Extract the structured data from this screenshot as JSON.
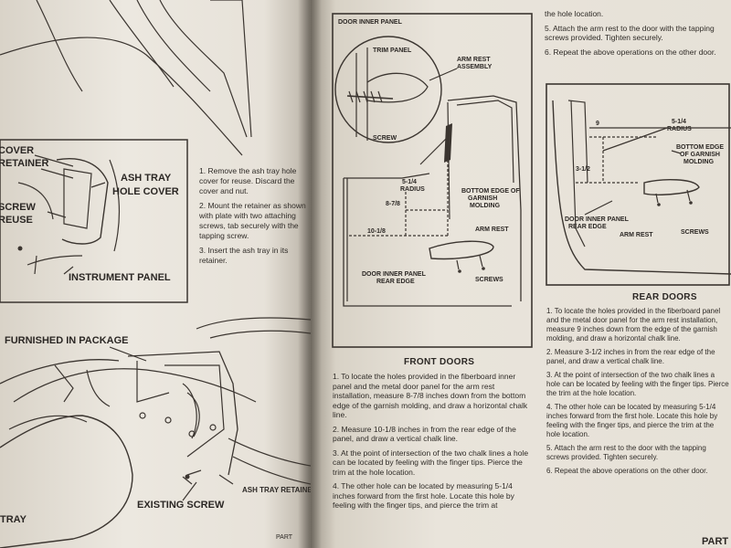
{
  "left_page": {
    "labels": {
      "cover": "COVER",
      "retainer": "RETAINER",
      "screw": "SCREW",
      "reuse": "REUSE",
      "ash_tray_hole_cover_1": "ASH TRAY",
      "ash_tray_hole_cover_2": "HOLE COVER",
      "instrument_panel": "INSTRUMENT PANEL",
      "furnished_in_package": "FURNISHED IN PACKAGE",
      "ash_tray_retainer": "ASH TRAY RETAINER",
      "existing_screw": "EXISTING SCREW",
      "tray": "TRAY",
      "footer": "PART"
    },
    "steps": [
      "1. Remove the ash tray hole cover for reuse. Discard the cover and nut.",
      "2. Mount the retainer as shown with plate with two attaching screws, tab securely with the tapping screw.",
      "3. Insert the ash tray in its retainer."
    ]
  },
  "right_page": {
    "top_continued": "the hole location.",
    "top_steps": [
      "5. Attach the arm rest to the door with the tapping screws provided. Tighten securely.",
      "6. Repeat the above operations on the other door."
    ],
    "front_diagram": {
      "door_inner_panel": "DOOR INNER PANEL",
      "trim_panel": "TRIM PANEL",
      "arm_rest_assembly_1": "ARM REST",
      "arm_rest_assembly_2": "ASSEMBLY",
      "screw": "SCREW",
      "radius_val": "5-1/4",
      "radius": "RADIUS",
      "dim_878": "8-7/8",
      "dim_1018": "10-1/8",
      "bottom_edge_1": "BOTTOM EDGE OF",
      "bottom_edge_2": "GARNISH",
      "bottom_edge_3": "MOLDING",
      "arm_rest": "ARM REST",
      "rear_edge_1": "DOOR INNER PANEL",
      "rear_edge_2": "REAR EDGE",
      "screws": "SCREWS"
    },
    "rear_diagram": {
      "radius_val": "5-1/4",
      "radius": "RADIUS",
      "dim_9": "9",
      "dim_312": "3-1/2",
      "bottom_edge_1": "BOTTOM EDGE",
      "bottom_edge_2": "OF GARNISH",
      "bottom_edge_3": "MOLDING",
      "rear_edge_1": "DOOR INNER PANEL",
      "rear_edge_2": "REAR EDGE",
      "arm_rest": "ARM REST",
      "screws": "SCREWS"
    },
    "front_doors": {
      "heading": "FRONT DOORS",
      "steps": [
        "1. To locate the holes provided in the fiberboard inner panel and the metal door panel for the arm rest installation, measure 8-7/8 inches down from the bottom edge of the garnish molding, and draw a horizontal chalk line.",
        "2. Measure 10-1/8 inches in from the rear edge of the panel, and draw a vertical chalk line.",
        "3. At the point of intersection of the two chalk lines a hole can be located by feeling with the finger tips. Pierce the trim at the hole location.",
        "4. The other hole can be located by measuring 5-1/4 inches forward from the first hole. Locate this hole by feeling with the finger tips, and pierce the trim at"
      ]
    },
    "rear_doors": {
      "heading": "REAR DOORS",
      "steps": [
        "1. To locate the holes provided in the fiberboard panel and the metal door panel for the arm rest installation, measure 9 inches down from the edge of the garnish molding, and draw a horizontal chalk line.",
        "2. Measure 3-1/2 inches in from the rear edge of the panel, and draw a vertical chalk line.",
        "3. At the point of intersection of the two chalk lines a hole can be located by feeling with the finger tips. Pierce the trim at the hole location.",
        "4. The other hole can be located by measuring 5-1/4 inches forward from the first hole. Locate this hole by feeling with the finger tips, and pierce the trim at the hole location.",
        "5. Attach the arm rest to the door with the tapping screws provided. Tighten securely.",
        "6. Repeat the above operations on the other door."
      ]
    },
    "footer": "PART"
  }
}
